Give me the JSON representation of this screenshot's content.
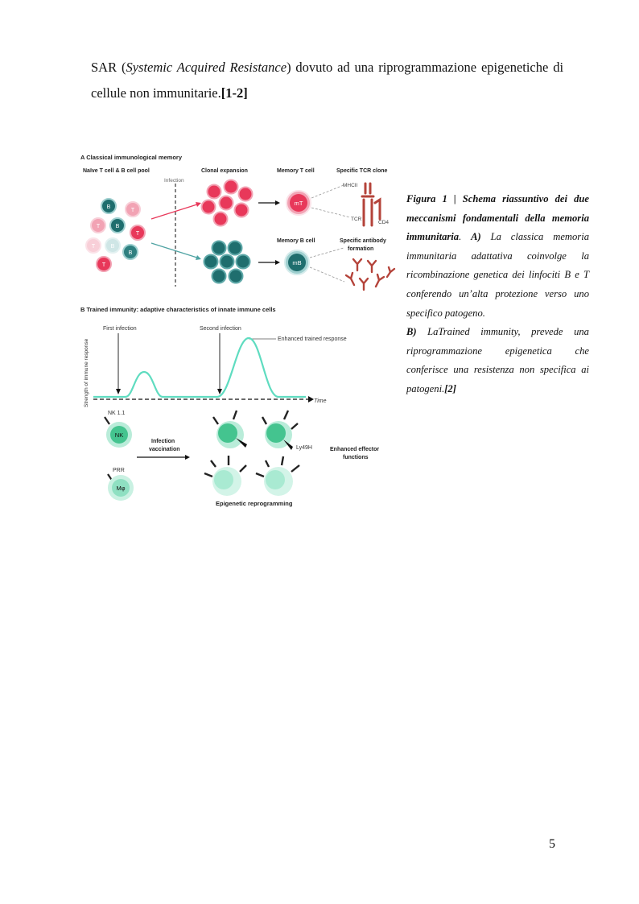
{
  "body_text": {
    "before_italic": "SAR (",
    "italic": "Systemic Acquired Resistance",
    "after_italic": ") dovuto ad una riprogrammazione epigenetiche di cellule non immunitarie.",
    "ref": "[1-2]"
  },
  "figure": {
    "panel_a": {
      "title": "A  Classical immunological memory",
      "pool_label": "Naïve T cell & B cell pool",
      "infection_label": "Infection",
      "clonal_label": "Clonal expansion",
      "memory_t_label": "Memory T cell",
      "memory_b_label": "Memory B cell",
      "tcr_clone_label": "Specific TCR clone",
      "antibody_label_1": "Specific antibody",
      "antibody_label_2": "formation",
      "mhcii_label": "MHCII",
      "tcr_label": "TCR",
      "cd4_label": "CD4",
      "mt_label": "mT",
      "mb_label": "mB",
      "t_letter": "T",
      "b_letter": "B"
    },
    "panel_b": {
      "title": "B  Trained immunity: adaptive characteristics of innate immune cells",
      "ylabel": "Strength of immune response",
      "xlabel": "Time",
      "first_infection": "First infection",
      "second_infection": "Second infection",
      "enhanced_response": "Enhanced trained response",
      "nk11_label": "NK 1.1",
      "nk_label": "NK",
      "prr_label": "PRR",
      "mphi_label": "Mφ",
      "infection_vaccination_1": "Infection",
      "infection_vaccination_2": "vaccination",
      "ly49h_label": "Ly49H",
      "enhanced_effector_1": "Enhanced effector",
      "enhanced_effector_2": "functions",
      "epigenetic_label": "Epigenetic reprogramming"
    },
    "colors": {
      "t_cell": "#e8385a",
      "t_cell_light": "#f2a3b4",
      "b_cell": "#1f6e6e",
      "b_cell_light": "#9ecfcf",
      "innate": "#44c48f",
      "innate_light": "#b9ecd9",
      "curve": "#5fdcc0",
      "receptor": "#b4433a"
    }
  },
  "caption": {
    "label": "Figura 1 | Schema riassuntivo dei due meccanismi fondamentali della memoria immunitaria",
    "a_marker": "A)",
    "a_text": "La classica memoria immunitaria adattativa coinvolge la ricombinazione genetica dei linfociti B e T conferendo un’alta protezione verso uno specifico patogeno.",
    "b_marker": "B)",
    "b_text": "LaTrained immunity, prevede una riprogrammazione epigenetica che conferisce una resistenza non specifica ai patogeni.",
    "ref": "[2]"
  },
  "page_number": "5"
}
